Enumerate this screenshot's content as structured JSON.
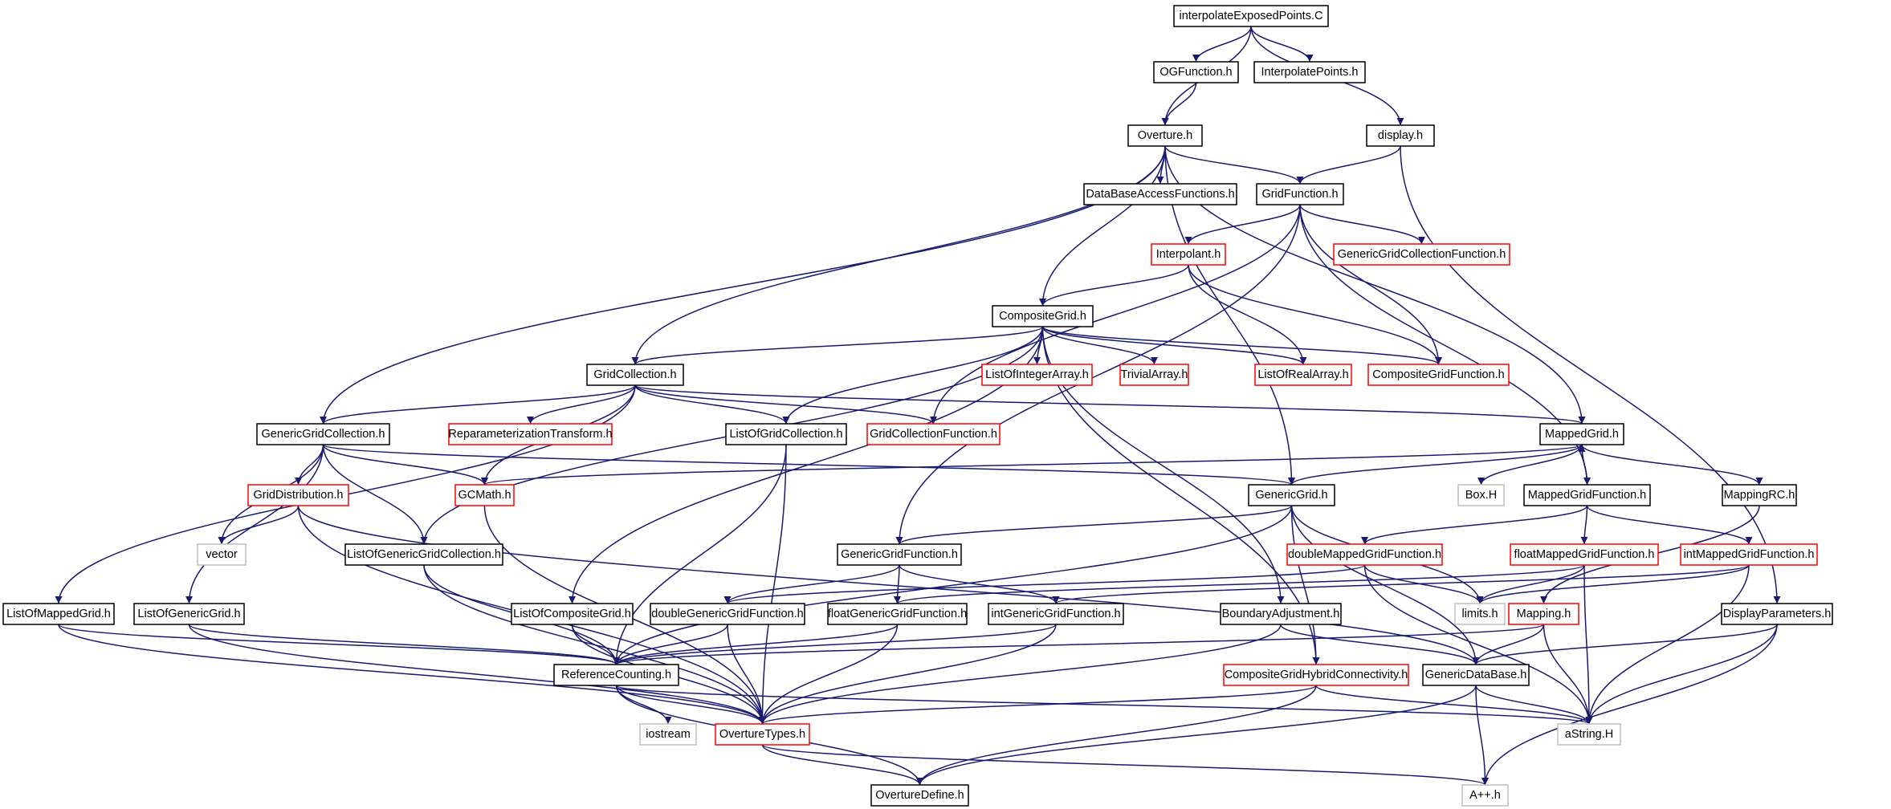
{
  "colors": {
    "edge": "#191970",
    "border_default": "#000000",
    "border_incomplete": "#ff0000",
    "border_system": "#bfbfbf",
    "root_fill": "#bfbfbf",
    "node_fill": "#ffffff"
  },
  "nodes": [
    {
      "id": "root",
      "label": "interpolateExposedPoints.C",
      "style": "root"
    },
    {
      "id": "ogfunction",
      "label": "OGFunction.h",
      "style": "default"
    },
    {
      "id": "interpolatepoints",
      "label": "InterpolatePoints.h",
      "style": "default"
    },
    {
      "id": "overture",
      "label": "Overture.h",
      "style": "default"
    },
    {
      "id": "display",
      "label": "display.h",
      "style": "default"
    },
    {
      "id": "dbaccess",
      "label": "DataBaseAccessFunctions.h",
      "style": "default"
    },
    {
      "id": "gridfunction",
      "label": "GridFunction.h",
      "style": "default"
    },
    {
      "id": "interpolant",
      "label": "Interpolant.h",
      "style": "incomplete"
    },
    {
      "id": "ggcfunction",
      "label": "GenericGridCollectionFunction.h",
      "style": "incomplete"
    },
    {
      "id": "compositegrid",
      "label": "CompositeGrid.h",
      "style": "default"
    },
    {
      "id": "gridcollection",
      "label": "GridCollection.h",
      "style": "default"
    },
    {
      "id": "listofintegerarray",
      "label": "ListOfIntegerArray.h",
      "style": "incomplete"
    },
    {
      "id": "trivialarray",
      "label": "TrivialArray.h",
      "style": "incomplete"
    },
    {
      "id": "listofrealarray",
      "label": "ListOfRealArray.h",
      "style": "incomplete"
    },
    {
      "id": "cgfunction",
      "label": "CompositeGridFunction.h",
      "style": "incomplete"
    },
    {
      "id": "ggcollection",
      "label": "GenericGridCollection.h",
      "style": "default"
    },
    {
      "id": "reparam",
      "label": "ReparameterizationTransform.h",
      "style": "incomplete"
    },
    {
      "id": "listofgridcollection",
      "label": "ListOfGridCollection.h",
      "style": "default"
    },
    {
      "id": "gcfunction",
      "label": "GridCollectionFunction.h",
      "style": "incomplete"
    },
    {
      "id": "mappedgrid",
      "label": "MappedGrid.h",
      "style": "default"
    },
    {
      "id": "griddistribution",
      "label": "GridDistribution.h",
      "style": "incomplete"
    },
    {
      "id": "gcmath",
      "label": "GCMath.h",
      "style": "incomplete"
    },
    {
      "id": "genericgrid",
      "label": "GenericGrid.h",
      "style": "default"
    },
    {
      "id": "boxh",
      "label": "Box.H",
      "style": "system"
    },
    {
      "id": "mgfunction",
      "label": "MappedGridFunction.h",
      "style": "default"
    },
    {
      "id": "mappingrc",
      "label": "MappingRC.h",
      "style": "default"
    },
    {
      "id": "vector",
      "label": "vector",
      "style": "system"
    },
    {
      "id": "listofggcollection",
      "label": "ListOfGenericGridCollection.h",
      "style": "default"
    },
    {
      "id": "ggfunction",
      "label": "GenericGridFunction.h",
      "style": "default"
    },
    {
      "id": "dmgfunction",
      "label": "doubleMappedGridFunction.h",
      "style": "incomplete"
    },
    {
      "id": "fmgfunction",
      "label": "floatMappedGridFunction.h",
      "style": "incomplete"
    },
    {
      "id": "imgfunction",
      "label": "intMappedGridFunction.h",
      "style": "incomplete"
    },
    {
      "id": "listofmappedgrid",
      "label": "ListOfMappedGrid.h",
      "style": "default"
    },
    {
      "id": "listofgenericgrid",
      "label": "ListOfGenericGrid.h",
      "style": "default"
    },
    {
      "id": "listofcompositegrid",
      "label": "ListOfCompositeGrid.h",
      "style": "default"
    },
    {
      "id": "dggfunction",
      "label": "doubleGenericGridFunction.h",
      "style": "default"
    },
    {
      "id": "fggfunction",
      "label": "floatGenericGridFunction.h",
      "style": "default"
    },
    {
      "id": "iggfunction",
      "label": "intGenericGridFunction.h",
      "style": "default"
    },
    {
      "id": "boundaryadj",
      "label": "BoundaryAdjustment.h",
      "style": "default"
    },
    {
      "id": "limits",
      "label": "limits.h",
      "style": "system"
    },
    {
      "id": "mapping",
      "label": "Mapping.h",
      "style": "incomplete"
    },
    {
      "id": "displayparams",
      "label": "DisplayParameters.h",
      "style": "default"
    },
    {
      "id": "refcounting",
      "label": "ReferenceCounting.h",
      "style": "default"
    },
    {
      "id": "cghybrid",
      "label": "CompositeGridHybridConnectivity.h",
      "style": "incomplete"
    },
    {
      "id": "genericdatabase",
      "label": "GenericDataBase.h",
      "style": "default"
    },
    {
      "id": "iostream",
      "label": "iostream",
      "style": "system"
    },
    {
      "id": "overturetypes",
      "label": "OvertureTypes.h",
      "style": "incomplete"
    },
    {
      "id": "astring",
      "label": "aString.H",
      "style": "system"
    },
    {
      "id": "overturedefine",
      "label": "OvertureDefine.h",
      "style": "default"
    },
    {
      "id": "app",
      "label": "A++.h",
      "style": "system"
    }
  ],
  "edges": [
    [
      "root",
      "overture"
    ],
    [
      "root",
      "ogfunction"
    ],
    [
      "root",
      "interpolatepoints"
    ],
    [
      "root",
      "display"
    ],
    [
      "ogfunction",
      "overture"
    ],
    [
      "overture",
      "dbaccess"
    ],
    [
      "overture",
      "gridfunction"
    ],
    [
      "overture",
      "compositegrid"
    ],
    [
      "overture",
      "gridcollection"
    ],
    [
      "overture",
      "ggcollection"
    ],
    [
      "overture",
      "genericgrid"
    ],
    [
      "overture",
      "mappedgrid"
    ],
    [
      "display",
      "gridfunction"
    ],
    [
      "display",
      "displayparams"
    ],
    [
      "gridfunction",
      "interpolant"
    ],
    [
      "gridfunction",
      "ggcfunction"
    ],
    [
      "gridfunction",
      "cgfunction"
    ],
    [
      "gridfunction",
      "gcfunction"
    ],
    [
      "gridfunction",
      "mgfunction"
    ],
    [
      "gridfunction",
      "ggfunction"
    ],
    [
      "interpolant",
      "compositegrid"
    ],
    [
      "interpolant",
      "listofrealarray"
    ],
    [
      "interpolant",
      "cgfunction"
    ],
    [
      "compositegrid",
      "gridcollection"
    ],
    [
      "compositegrid",
      "listofintegerarray"
    ],
    [
      "compositegrid",
      "trivialarray"
    ],
    [
      "compositegrid",
      "listofrealarray"
    ],
    [
      "compositegrid",
      "cgfunction"
    ],
    [
      "compositegrid",
      "listofgridcollection"
    ],
    [
      "compositegrid",
      "listofggcollection"
    ],
    [
      "compositegrid",
      "listofcompositegrid"
    ],
    [
      "compositegrid",
      "boundaryadj"
    ],
    [
      "compositegrid",
      "cghybrid"
    ],
    [
      "gridcollection",
      "ggcollection"
    ],
    [
      "gridcollection",
      "reparam"
    ],
    [
      "gridcollection",
      "listofgridcollection"
    ],
    [
      "gridcollection",
      "gcfunction"
    ],
    [
      "gridcollection",
      "mappedgrid"
    ],
    [
      "gridcollection",
      "gcmath"
    ],
    [
      "gridcollection",
      "listofmappedgrid"
    ],
    [
      "ggcollection",
      "griddistribution"
    ],
    [
      "ggcollection",
      "gcmath"
    ],
    [
      "ggcollection",
      "genericgrid"
    ],
    [
      "ggcollection",
      "vector"
    ],
    [
      "ggcollection",
      "listofggcollection"
    ],
    [
      "ggcollection",
      "listofgenericgrid"
    ],
    [
      "listofgridcollection",
      "refcounting"
    ],
    [
      "listofgridcollection",
      "overturetypes"
    ],
    [
      "mappedgrid",
      "genericgrid"
    ],
    [
      "mappedgrid",
      "boxh"
    ],
    [
      "mappedgrid",
      "mgfunction"
    ],
    [
      "mappedgrid",
      "mappingrc"
    ],
    [
      "mappedgrid",
      "gcmath"
    ],
    [
      "mgfunction",
      "mappedgrid"
    ],
    [
      "mgfunction",
      "dmgfunction"
    ],
    [
      "mgfunction",
      "fmgfunction"
    ],
    [
      "mgfunction",
      "imgfunction"
    ],
    [
      "mappingrc",
      "mapping"
    ],
    [
      "griddistribution",
      "vector"
    ],
    [
      "griddistribution",
      "genericdatabase"
    ],
    [
      "griddistribution",
      "overturetypes"
    ],
    [
      "gcmath",
      "overturetypes"
    ],
    [
      "genericgrid",
      "ggfunction"
    ],
    [
      "genericgrid",
      "refcounting"
    ],
    [
      "genericgrid",
      "limits"
    ],
    [
      "genericgrid",
      "genericdatabase"
    ],
    [
      "genericgrid",
      "cghybrid"
    ],
    [
      "listofggcollection",
      "refcounting"
    ],
    [
      "listofggcollection",
      "overturetypes"
    ],
    [
      "ggfunction",
      "dggfunction"
    ],
    [
      "ggfunction",
      "fggfunction"
    ],
    [
      "ggfunction",
      "iggfunction"
    ],
    [
      "dmgfunction",
      "limits"
    ],
    [
      "dmgfunction",
      "astring"
    ],
    [
      "dmgfunction",
      "dggfunction"
    ],
    [
      "fmgfunction",
      "limits"
    ],
    [
      "fmgfunction",
      "astring"
    ],
    [
      "fmgfunction",
      "fggfunction"
    ],
    [
      "imgfunction",
      "limits"
    ],
    [
      "imgfunction",
      "astring"
    ],
    [
      "imgfunction",
      "iggfunction"
    ],
    [
      "listofmappedgrid",
      "refcounting"
    ],
    [
      "listofmappedgrid",
      "overturetypes"
    ],
    [
      "listofgenericgrid",
      "refcounting"
    ],
    [
      "listofgenericgrid",
      "overturetypes"
    ],
    [
      "listofcompositegrid",
      "refcounting"
    ],
    [
      "listofcompositegrid",
      "overturetypes"
    ],
    [
      "dggfunction",
      "refcounting"
    ],
    [
      "dggfunction",
      "overturetypes"
    ],
    [
      "fggfunction",
      "refcounting"
    ],
    [
      "fggfunction",
      "overturetypes"
    ],
    [
      "iggfunction",
      "refcounting"
    ],
    [
      "iggfunction",
      "overturetypes"
    ],
    [
      "boundaryadj",
      "genericdatabase"
    ],
    [
      "boundaryadj",
      "overturetypes"
    ],
    [
      "mapping",
      "refcounting"
    ],
    [
      "mapping",
      "genericdatabase"
    ],
    [
      "mapping",
      "astring"
    ],
    [
      "displayparams",
      "genericdatabase"
    ],
    [
      "displayparams",
      "astring"
    ],
    [
      "displayparams",
      "app"
    ],
    [
      "refcounting",
      "iostream"
    ],
    [
      "refcounting",
      "overturetypes"
    ],
    [
      "refcounting",
      "astring"
    ],
    [
      "refcounting",
      "overturedefine"
    ],
    [
      "cghybrid",
      "overturetypes"
    ],
    [
      "cghybrid",
      "astring"
    ],
    [
      "cghybrid",
      "overturedefine"
    ],
    [
      "genericdatabase",
      "astring"
    ],
    [
      "genericdatabase",
      "app"
    ],
    [
      "genericdatabase",
      "overturedefine"
    ],
    [
      "overturetypes",
      "overturedefine"
    ],
    [
      "overturetypes",
      "app"
    ]
  ]
}
